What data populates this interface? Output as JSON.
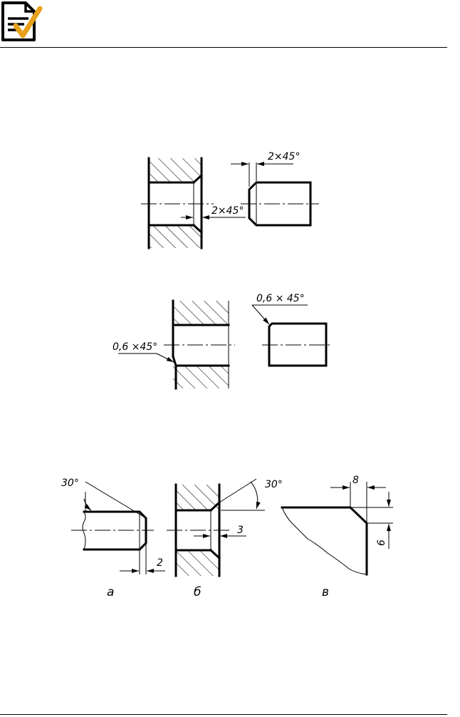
{
  "figure1": {
    "chamfer_outer": "2×45°",
    "chamfer_inner": "2×45°"
  },
  "figure2": {
    "chamfer_outer": "0,6 × 45°",
    "chamfer_inner": "0,6 ×45°"
  },
  "figure3": {
    "a": {
      "caption": "а",
      "angle": "30°",
      "length": "2"
    },
    "b": {
      "caption": "б",
      "angle": "30°",
      "length": "3"
    },
    "c": {
      "caption": "в",
      "dim_horizontal": "8",
      "dim_vertical": "6"
    }
  },
  "icons": {
    "logo": "document-check-icon"
  }
}
